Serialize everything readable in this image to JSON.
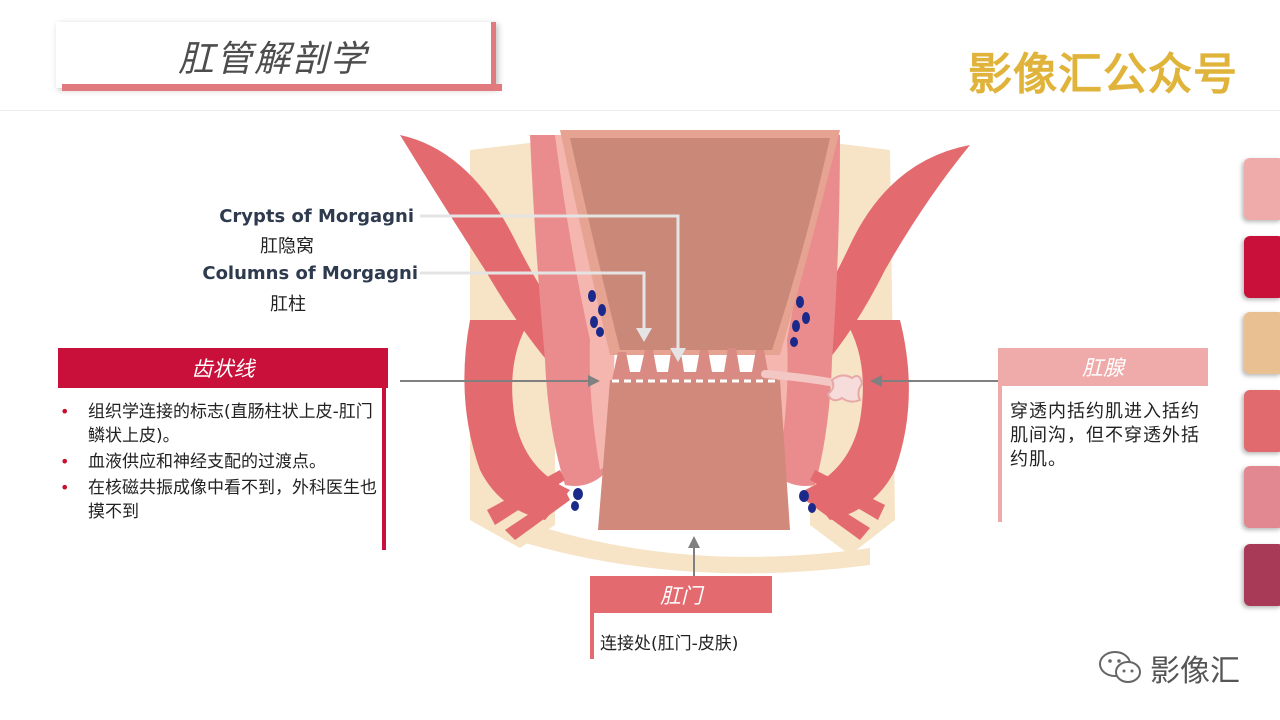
{
  "header": {
    "title": "肛管解剖学",
    "brand": "影像汇公众号"
  },
  "annotations": {
    "crypts_en": "Crypts of Morgagni",
    "crypts_cn": "肛隐窝",
    "columns_en": "Columns of Morgagni",
    "columns_cn": "肛柱"
  },
  "dentate_line": {
    "label": "齿状线",
    "bullets": [
      "组织学连接的标志(直肠柱状上皮-肛门鳞状上皮)。",
      "血液供应和神经支配的过渡点。",
      "在核磁共振成像中看不到，外科医生也摸不到"
    ]
  },
  "anal_gland": {
    "label": "肛腺",
    "text": "穿透内括约肌进入括约肌间沟，但不穿透外括约肌。"
  },
  "anus": {
    "label": "肛门",
    "text": "连接处(肛门-皮肤)"
  },
  "footer": {
    "icon": "wechat-icon",
    "text": "影像汇"
  },
  "colors": {
    "accent_red": "#c8102e",
    "pink": "#e07a7f",
    "light_pink": "#f0a6a6",
    "brand_gold": "#e0b33a",
    "swatches": [
      "#efaaaa",
      "#c8103a",
      "#e8c092",
      "#e06a6e",
      "#e28890",
      "#a83a58"
    ]
  }
}
